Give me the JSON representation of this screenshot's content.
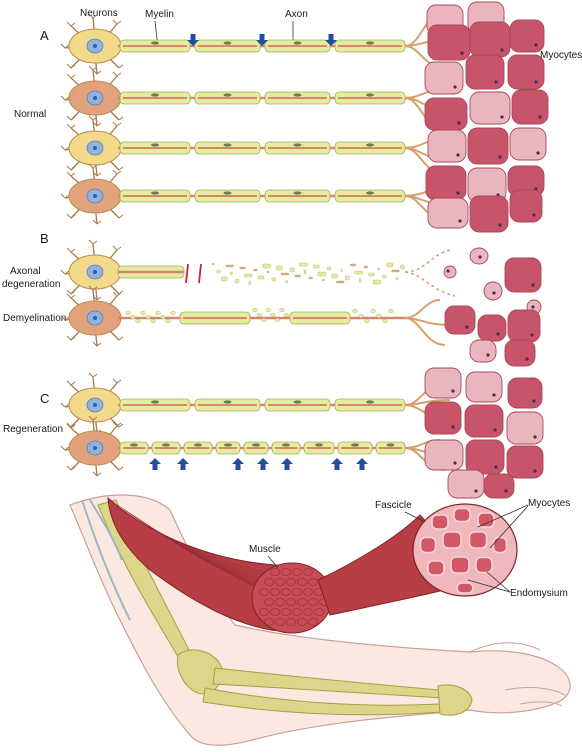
{
  "panels": [
    {
      "letter": "A",
      "side_label": "Normal"
    },
    {
      "letter": "B",
      "side_labels": [
        "Axonal",
        "degeneration",
        "Demyelination"
      ]
    },
    {
      "letter": "C",
      "side_label": "Regeneration"
    }
  ],
  "top_labels": {
    "neurons": "Neurons",
    "myelin": "Myelin",
    "axon": "Axon",
    "myocytes": "Myocytes"
  },
  "muscle_labels": {
    "muscle": "Muscle",
    "fascicle": "Fascicle",
    "myocytes": "Myocytes",
    "endomysium": "Endomysium"
  },
  "colors": {
    "neuron_yellow": "#f3d98a",
    "neuron_orange": "#e2a27c",
    "nucleus": "#8fb2e0",
    "myelin": "#e5ec9e",
    "axon": "#d6866e",
    "myocyte_dark": "#c8546a",
    "myocyte_light": "#eab6bd",
    "arrow": "#1e4e9c",
    "muscle": "#b63e44",
    "bone": "#dcd58a",
    "skin": "#fbe9e1",
    "cut_mark": "#c2272d"
  }
}
